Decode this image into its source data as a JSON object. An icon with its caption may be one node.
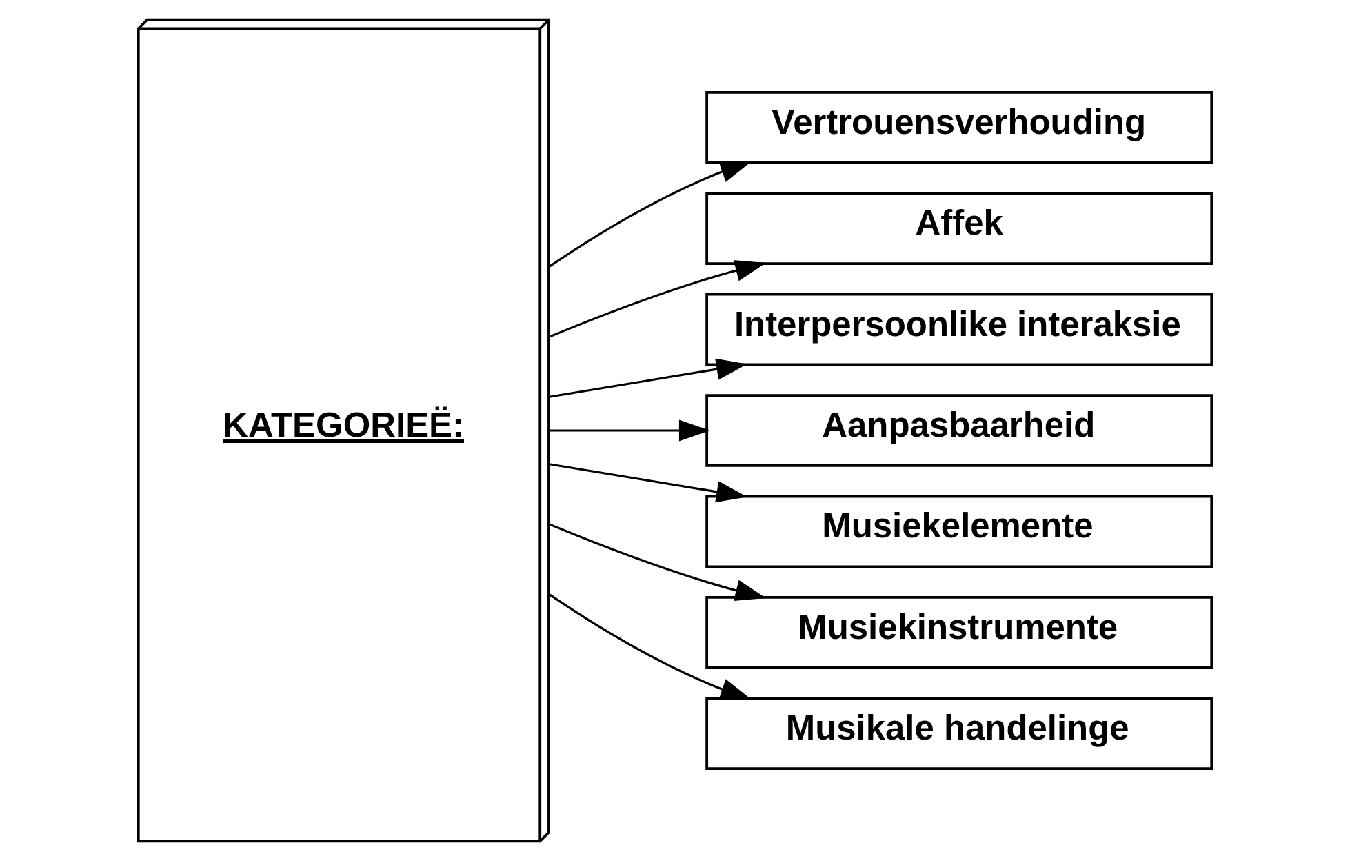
{
  "diagram": {
    "nodes": [
      {
        "text": [
          "KATEGORIEË:"
        ]
      },
      {
        "text": [
          "Vertrouensverhouding"
        ]
      },
      {
        "text": [
          "Affek"
        ]
      },
      {
        "text": [
          "Interpersoonlike interaksie"
        ]
      },
      {
        "text": [
          "Aanpasbaarheid"
        ]
      },
      {
        "text": [
          "Musiekelemente"
        ]
      },
      {
        "text": [
          "Musiekinstrumente"
        ]
      },
      {
        "text": [
          "Musikale handelinge"
        ]
      }
    ],
    "edges": [
      {
        "from": 0,
        "to": 1,
        "arrow": "to"
      },
      {
        "from": 0,
        "to": 2,
        "arrow": "to"
      },
      {
        "from": 0,
        "to": 3,
        "arrow": "to"
      },
      {
        "from": 0,
        "to": 4,
        "arrow": "to"
      },
      {
        "from": 0,
        "to": 5,
        "arrow": "to"
      },
      {
        "from": 0,
        "to": 6,
        "arrow": "to"
      },
      {
        "from": 0,
        "to": 7,
        "arrow": "to"
      }
    ]
  }
}
